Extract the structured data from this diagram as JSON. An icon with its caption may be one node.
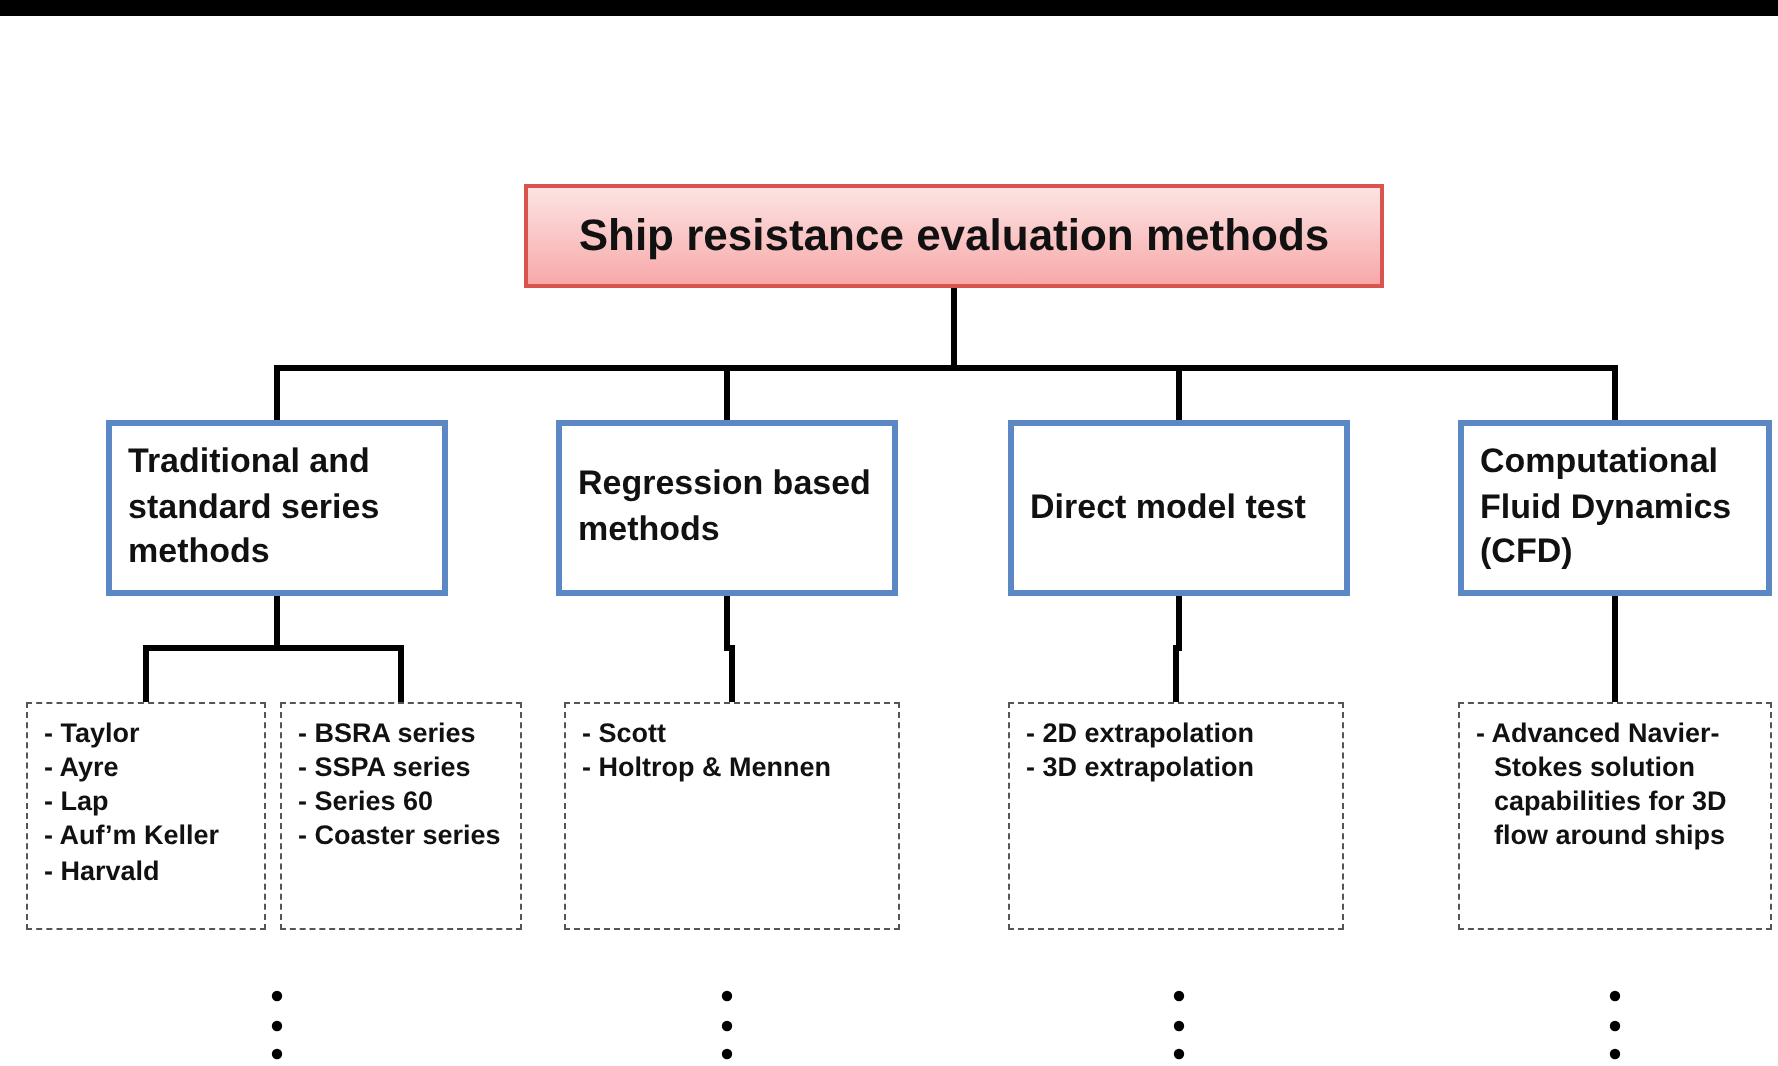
{
  "diagram": {
    "nodes": [
      {
        "text": [
          "Ship resistance evaluation methods"
        ]
      },
      {
        "text": [
          "Traditional and standard series methods"
        ]
      },
      {
        "text": [
          "Regression based methods"
        ]
      },
      {
        "text": [
          "Direct model test"
        ]
      },
      {
        "text": [
          "Computational Fluid Dynamics (CFD)"
        ]
      },
      {
        "text": [
          "- Taylor",
          "- Ayre",
          "- Lap",
          "- Auf’m Keller",
          "- Harvald"
        ]
      },
      {
        "text": [
          "- BSRA series",
          "- SSPA series",
          "- Series 60",
          "- Coaster series"
        ]
      },
      {
        "text": [
          "- Scott",
          "- Holtrop & Mennen"
        ]
      },
      {
        "text": [
          "- 2D extrapolation",
          "- 3D extrapolation"
        ]
      },
      {
        "text": [
          "- Advanced Navier-Stokes solution capabilities for 3D flow around ships"
        ]
      }
    ],
    "edges": [
      {
        "from": 0,
        "to": 1,
        "arrow": "none"
      },
      {
        "from": 0,
        "to": 2,
        "arrow": "none"
      },
      {
        "from": 0,
        "to": 3,
        "arrow": "none"
      },
      {
        "from": 0,
        "to": 4,
        "arrow": "none"
      },
      {
        "from": 1,
        "to": 5,
        "arrow": "none"
      },
      {
        "from": 1,
        "to": 6,
        "arrow": "none"
      },
      {
        "from": 2,
        "to": 7,
        "arrow": "none"
      },
      {
        "from": 3,
        "to": 8,
        "arrow": "none"
      },
      {
        "from": 4,
        "to": 9,
        "arrow": "none"
      }
    ]
  }
}
